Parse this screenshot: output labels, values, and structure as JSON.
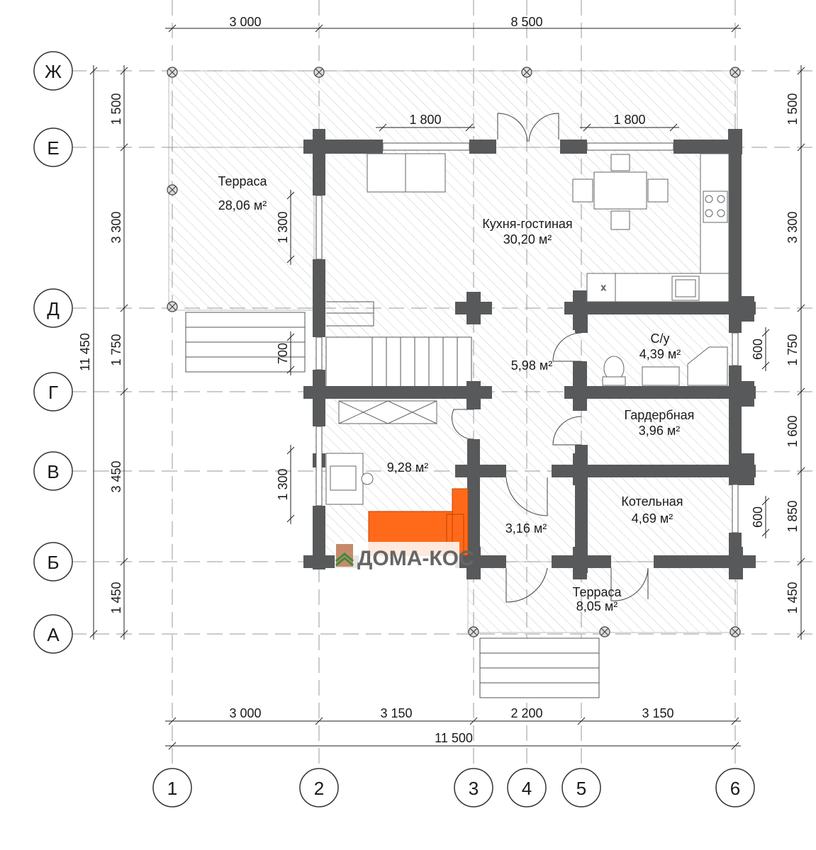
{
  "colors": {
    "wall": "#58595b",
    "hatch": "#c8c8c8",
    "furniture": "#8a8a8a",
    "highlight": "#ff6a1a",
    "dimension": "#222222"
  },
  "axes": {
    "letters": [
      "Ж",
      "Е",
      "Д",
      "Г",
      "В",
      "Б",
      "А"
    ],
    "numbers": [
      "1",
      "2",
      "3",
      "4",
      "5",
      "6"
    ]
  },
  "dimensions": {
    "top": [
      "3 000",
      "8 500"
    ],
    "bottom_row1": [
      "3 000",
      "3 150",
      "2 200",
      "3 150"
    ],
    "bottom_total": "11 500",
    "left_total": "11 450",
    "left": [
      "1 500",
      "3 300",
      "1 750",
      "3 450",
      "1 450"
    ],
    "right": [
      "1 500",
      "3 300",
      "1 750",
      "1 600",
      "1 850",
      "1 450"
    ],
    "windows_top": [
      "1 800",
      "1 800"
    ],
    "windows_left": [
      "1 300",
      "700",
      "1 300"
    ],
    "windows_right": [
      "600",
      "600"
    ]
  },
  "rooms": {
    "terrace_top": {
      "name": "Терраса",
      "area": "28,06 м²"
    },
    "kitchen": {
      "name": "Кухня-гостиная",
      "area": "30,20 м²"
    },
    "bathroom": {
      "name": "С/у",
      "area": "4,39 м²"
    },
    "hall": {
      "area": "5,98 м²"
    },
    "room": {
      "area": "9,28 м²"
    },
    "wardrobe": {
      "name": "Гардербная",
      "area": "3,96 м²"
    },
    "boiler": {
      "name": "Котельная",
      "area": "4,69 м²"
    },
    "vestibule": {
      "area": "3,16 м²"
    },
    "terrace_bottom": {
      "name": "Терраса",
      "area": "8,05 м²"
    }
  },
  "logo": {
    "text": "ДОМА-КОС"
  }
}
